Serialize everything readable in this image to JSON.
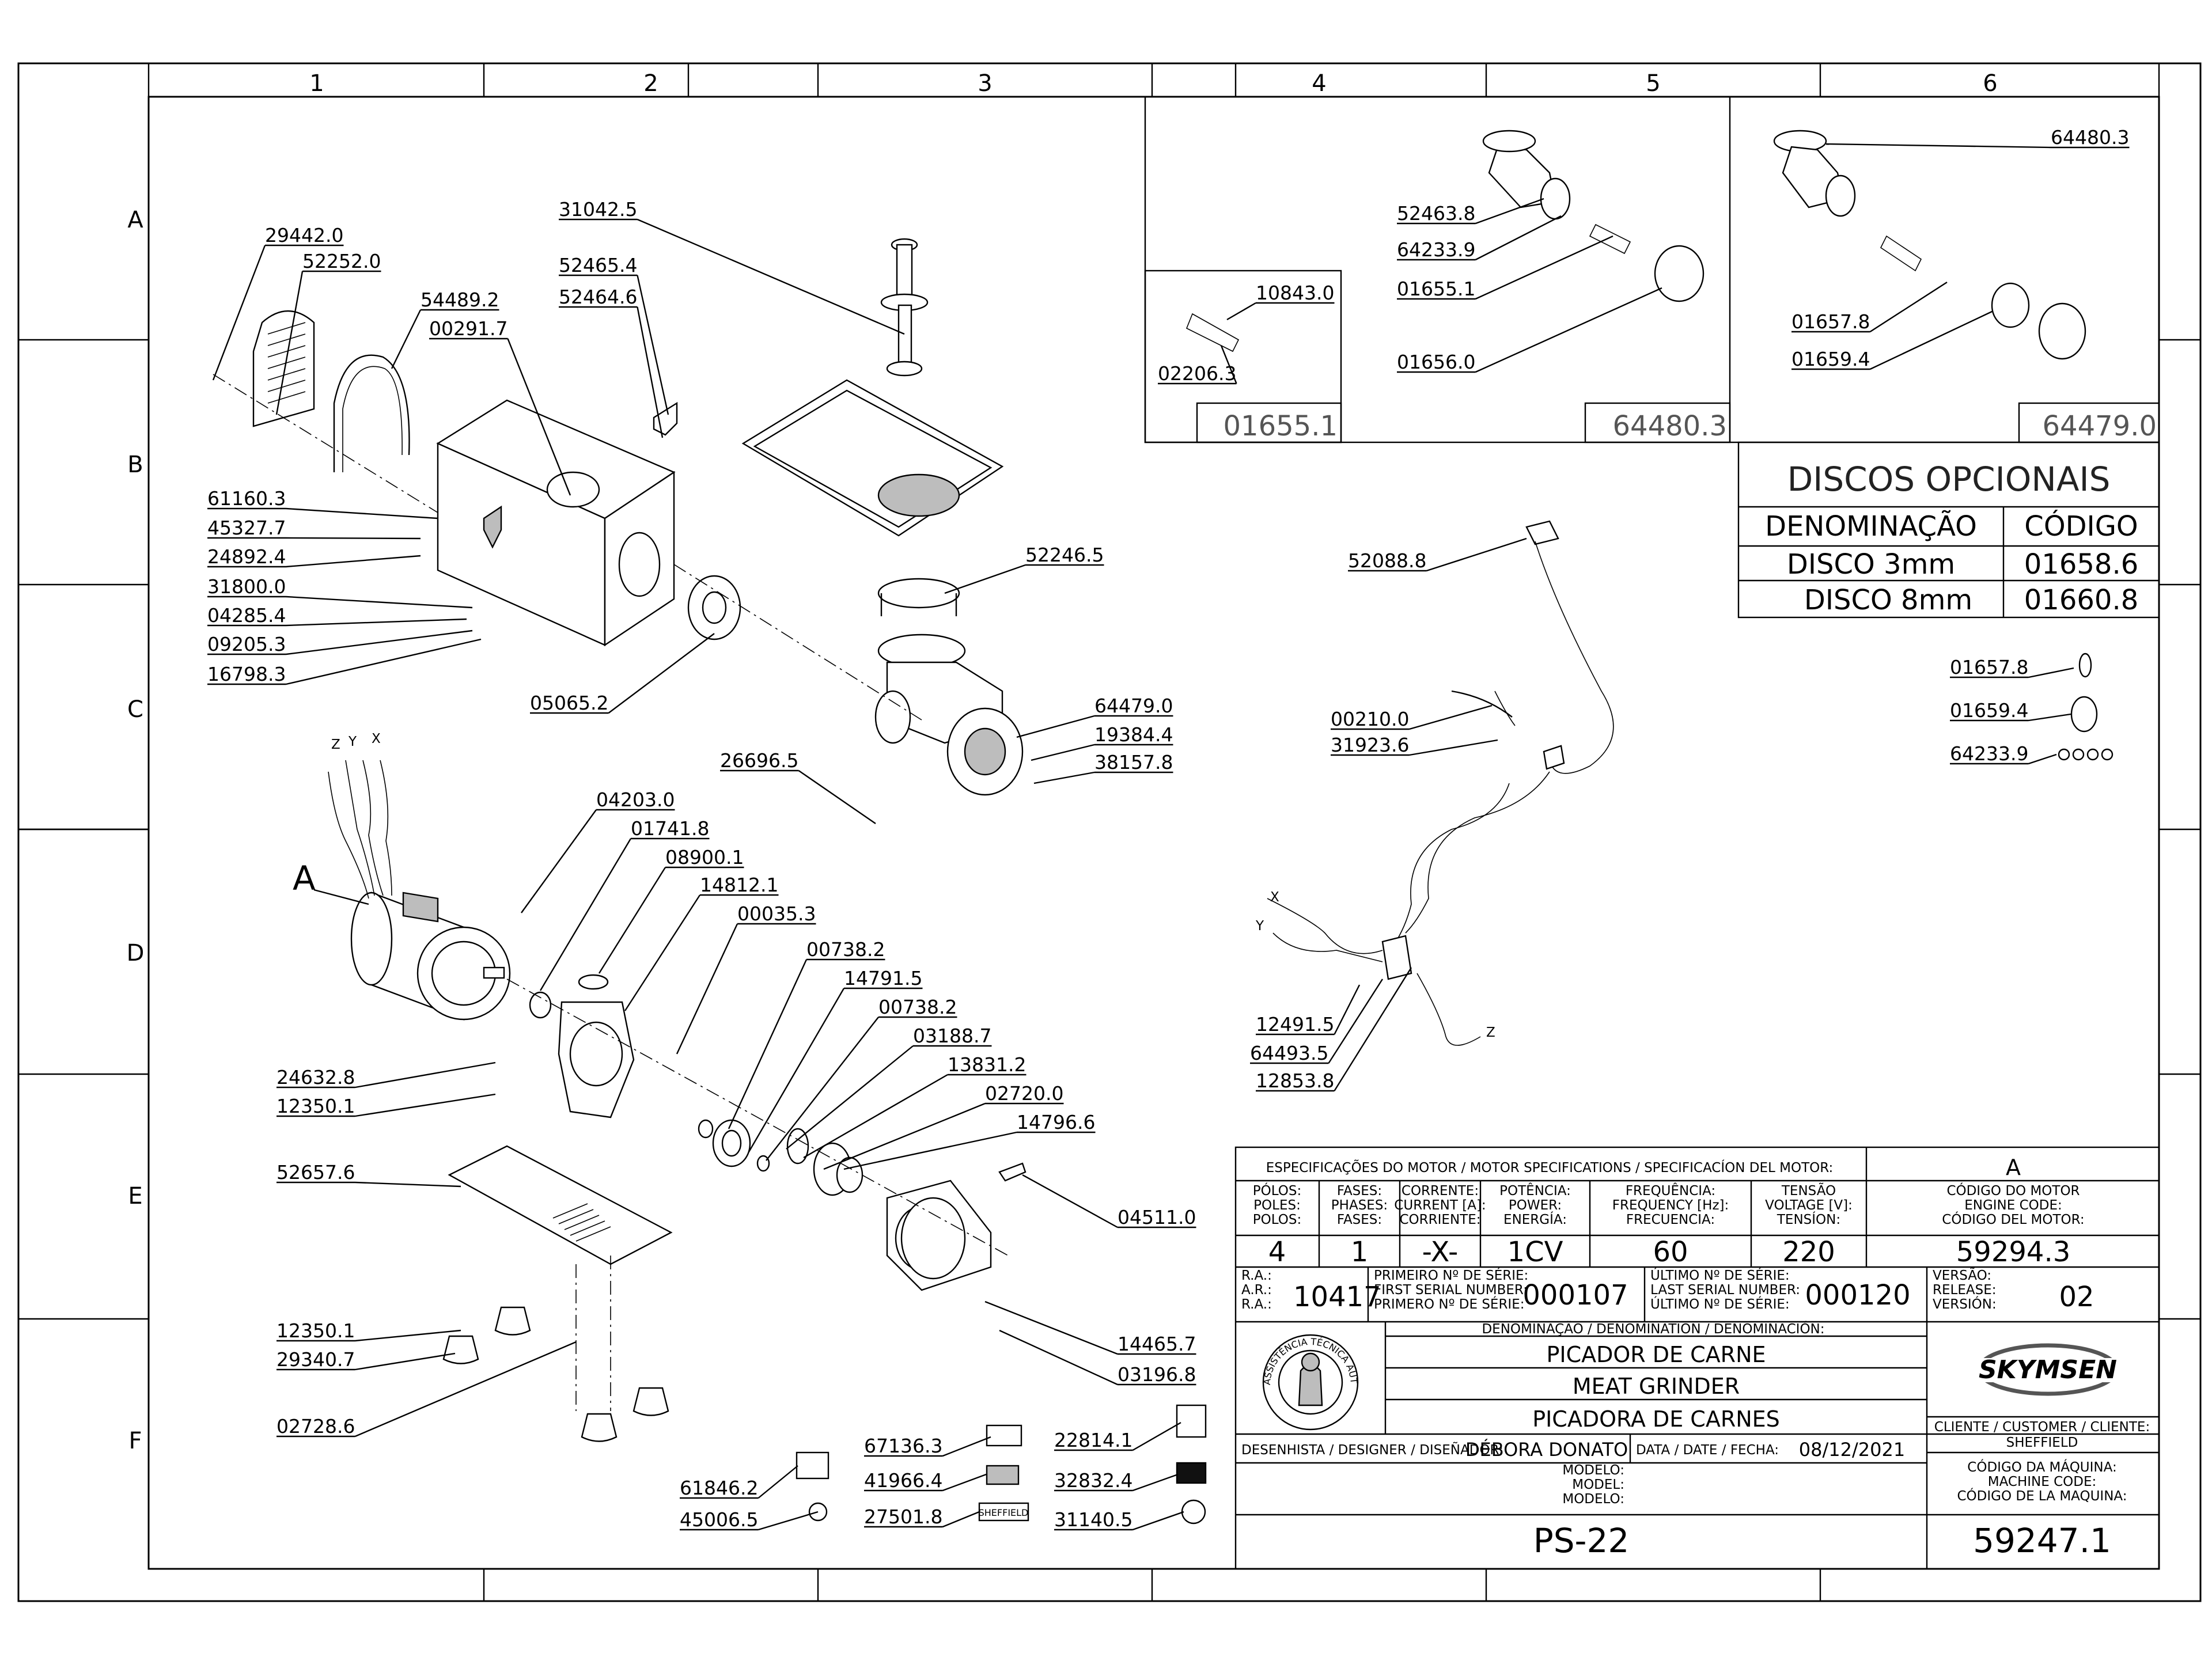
{
  "grid": {
    "columns": [
      "1",
      "2",
      "3",
      "4",
      "5",
      "6"
    ],
    "rows": [
      "A",
      "B",
      "C",
      "D",
      "E",
      "F"
    ]
  },
  "callouts": [
    {
      "id": "29442.0"
    },
    {
      "id": "52252.0"
    },
    {
      "id": "54489.2"
    },
    {
      "id": "00291.7"
    },
    {
      "id": "31042.5"
    },
    {
      "id": "52465.4"
    },
    {
      "id": "52464.6"
    },
    {
      "id": "61160.3"
    },
    {
      "id": "45327.7"
    },
    {
      "id": "24892.4"
    },
    {
      "id": "31800.0"
    },
    {
      "id": "04285.4"
    },
    {
      "id": "09205.3"
    },
    {
      "id": "16798.3"
    },
    {
      "id": "05065.2"
    },
    {
      "id": "52246.5"
    },
    {
      "id": "64479.0"
    },
    {
      "id": "19384.4"
    },
    {
      "id": "38157.8"
    },
    {
      "id": "26696.5"
    },
    {
      "id": "04203.0"
    },
    {
      "id": "01741.8"
    },
    {
      "id": "08900.1"
    },
    {
      "id": "14812.1"
    },
    {
      "id": "00035.3"
    },
    {
      "id": "00738.2"
    },
    {
      "id": "14791.5"
    },
    {
      "id": "00738.2"
    },
    {
      "id": "03188.7"
    },
    {
      "id": "13831.2"
    },
    {
      "id": "02720.0"
    },
    {
      "id": "14796.6"
    },
    {
      "id": "24632.8"
    },
    {
      "id": "12350.1"
    },
    {
      "id": "52657.6"
    },
    {
      "id": "04511.0"
    },
    {
      "id": "12350.1"
    },
    {
      "id": "29340.7"
    },
    {
      "id": "14465.7"
    },
    {
      "id": "03196.8"
    },
    {
      "id": "02728.6"
    },
    {
      "id": "67136.3"
    },
    {
      "id": "22814.1"
    },
    {
      "id": "41966.4"
    },
    {
      "id": "32832.4"
    },
    {
      "id": "61846.2"
    },
    {
      "id": "45006.5"
    },
    {
      "id": "27501.8"
    },
    {
      "id": "31140.5"
    },
    {
      "id": "52463.8"
    },
    {
      "id": "64233.9"
    },
    {
      "id": "01655.1"
    },
    {
      "id": "01656.0"
    },
    {
      "id": "10843.0"
    },
    {
      "id": "02206.3"
    },
    {
      "id": "64480.3"
    },
    {
      "id": "01657.8"
    },
    {
      "id": "01659.4"
    },
    {
      "id": "52088.8"
    },
    {
      "id": "00210.0"
    },
    {
      "id": "31923.6"
    },
    {
      "id": "12491.5"
    },
    {
      "id": "64493.5"
    },
    {
      "id": "12853.8"
    },
    {
      "id": "01657.8"
    },
    {
      "id": "01659.4"
    },
    {
      "id": "64233.9"
    }
  ],
  "detail_boxes": [
    "01655.1",
    "64480.3",
    "64479.0"
  ],
  "marker_a": "A",
  "wire_labels": {
    "z": "Z",
    "y": "Y",
    "x": "X"
  },
  "discos": {
    "title": "DISCOS OPCIONAIS",
    "col_name": "DENOMINAÇÃO",
    "col_code": "CÓDIGO",
    "rows": [
      {
        "name": "DISCO 3mm",
        "code": "01658.6"
      },
      {
        "name": "DISCO 8mm",
        "code": "01660.8"
      }
    ]
  },
  "motor": {
    "header": "ESPECIFICAÇÕES DO MOTOR / MOTOR SPECIFICATIONS / SPECIFICACÍON DEL MOTOR:",
    "code_header": "A",
    "cols": [
      {
        "l1": "PÓLOS:",
        "l2": "POLES:",
        "l3": "POLOS:",
        "value": "4"
      },
      {
        "l1": "FASES:",
        "l2": "PHASES:",
        "l3": "FASES:",
        "value": "1"
      },
      {
        "l1": "CORRENTE:",
        "l2": "CURRENT [A]:",
        "l3": "CORRIENTE:",
        "value": "-X-"
      },
      {
        "l1": "POTÊNCIA:",
        "l2": "POWER:",
        "l3": "ENERGÍA:",
        "value": "1CV"
      },
      {
        "l1": "FREQUÊNCIA:",
        "l2": "FREQUENCY [Hz]:",
        "l3": "FRECUENCIA:",
        "value": "60"
      },
      {
        "l1": "TENSÃO",
        "l2": "VOLTAGE [V]:",
        "l3": "TENSÍON:",
        "value": "220"
      }
    ],
    "engine_l1": "CÓDIGO DO MOTOR",
    "engine_l2": "ENGINE CODE:",
    "engine_l3": "CÓDIGO DEL MOTOR:",
    "engine_value": "59294.3"
  },
  "title_block": {
    "ra_l1": "R.A.:",
    "ra_l2": "A.R.:",
    "ra_l3": "R.A.:",
    "ra_value": "10417",
    "first_l1": "PRIMEIRO Nº DE SÉRIE:",
    "first_l2": "FIRST SERIAL NUMBER:",
    "first_l3": "PRIMERO Nº DE SÉRIE:",
    "first_value": "000107",
    "last_l1": "ÚLTIMO Nº DE SÉRIE:",
    "last_l2": "LAST SERIAL NUMBER:",
    "last_l3": "ÚLTIMO Nº DE SÉRIE:",
    "last_value": "000120",
    "ver_l1": "VERSÃO:",
    "ver_l2": "RELEASE:",
    "ver_l3": "VERSIÓN:",
    "ver_value": "02",
    "denom_header": "DENOMINAÇÃO / DENOMINATION / DENOMINACIÓN:",
    "name_pt": "PICADOR DE CARNE",
    "name_en": "MEAT GRINDER",
    "name_es": "PICADORA DE CARNES",
    "brand": "SKYMSEN",
    "seal_text": "ASSISTÊNCIA TÉCNICA AUTORIZADA",
    "client_label": "CLIENTE / CUSTOMER / CLIENTE:",
    "client_value": "SHEFFIELD",
    "designer_label": "DESENHISTA / DESIGNER / DISEÑADOR:",
    "designer_value": "DÉBORA DONATO",
    "date_label": "DATA / DATE / FECHA:",
    "date_value": "08/12/2021",
    "machine_l1": "CÓDIGO DA MÁQUINA:",
    "machine_l2": "MACHINE CODE:",
    "machine_l3": "CÓDIGO DE LA MAQUINA:",
    "model_l1": "MODELO:",
    "model_l2": "MODEL:",
    "model_l3": "MODELO:",
    "model_value": "PS-22",
    "machine_value": "59247.1"
  },
  "labels_parts": {
    "sheffield_label": "SHEFFIELD"
  }
}
